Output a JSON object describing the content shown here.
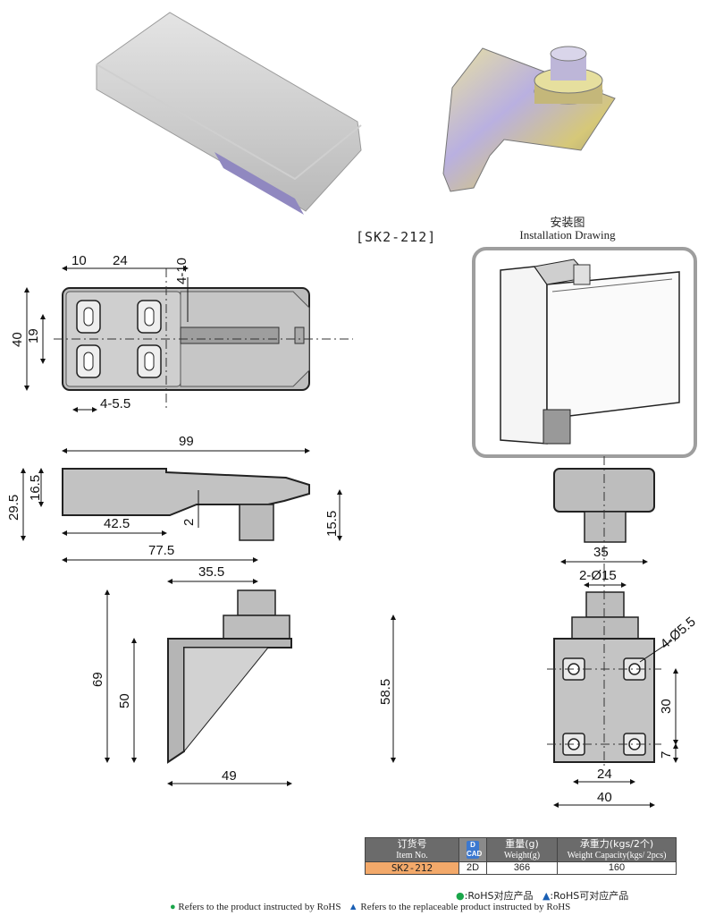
{
  "header": {
    "model": "[SK2-212]",
    "install_cn": "安装图",
    "install_en": "Installation Drawing"
  },
  "dims": {
    "top_view": {
      "d10": "10",
      "d24": "24",
      "d4_10": "4-10",
      "d40": "40",
      "d19": "19",
      "d4_5_5": "4-5.5"
    },
    "side_view": {
      "d99": "99",
      "d16_5": "16.5",
      "d29_5": "29.5",
      "d42_5": "42.5",
      "d2": "2",
      "d15_5": "15.5",
      "d77_5": "77.5"
    },
    "bracket_side": {
      "d35_5": "35.5",
      "d69": "69",
      "d50": "50",
      "d58_5": "58.5",
      "d49": "49"
    },
    "end_view": {
      "d35": "35"
    },
    "bracket_front": {
      "d2_15": "2-Ø15",
      "d4_5_5": "4-Ø5.5",
      "d30": "30",
      "d7": "7",
      "d24": "24",
      "d40": "40"
    }
  },
  "table": {
    "headers": [
      {
        "cn": "订货号",
        "en": "Item No."
      },
      {
        "cn": "重量(g)",
        "en": "Weight(g)"
      },
      {
        "cn": "承重力(kgs/2个)",
        "en": "Weight Capacity(kgs/ 2pcs)"
      }
    ],
    "cad": "CAD",
    "rows": [
      {
        "item": "SK2-212",
        "cad": "2D",
        "weight": "366",
        "capacity": "160"
      }
    ]
  },
  "legend": {
    "rohs_cn": ":RoHS对应产品",
    "rohs_alt_cn": ":RoHS可对应产品",
    "rohs_en": "Refers to the product instructed by RoHS",
    "rohs_alt_en": "Refers to the replaceable product instructed by RoHS",
    "bullet_circle": "●",
    "bullet_triangle": "▲"
  },
  "colors": {
    "rohs": "#1aa64a",
    "rohs_alt": "#1a5fb4",
    "item_bg": "#f3a96a",
    "header_bg": "#6b6b6b"
  }
}
